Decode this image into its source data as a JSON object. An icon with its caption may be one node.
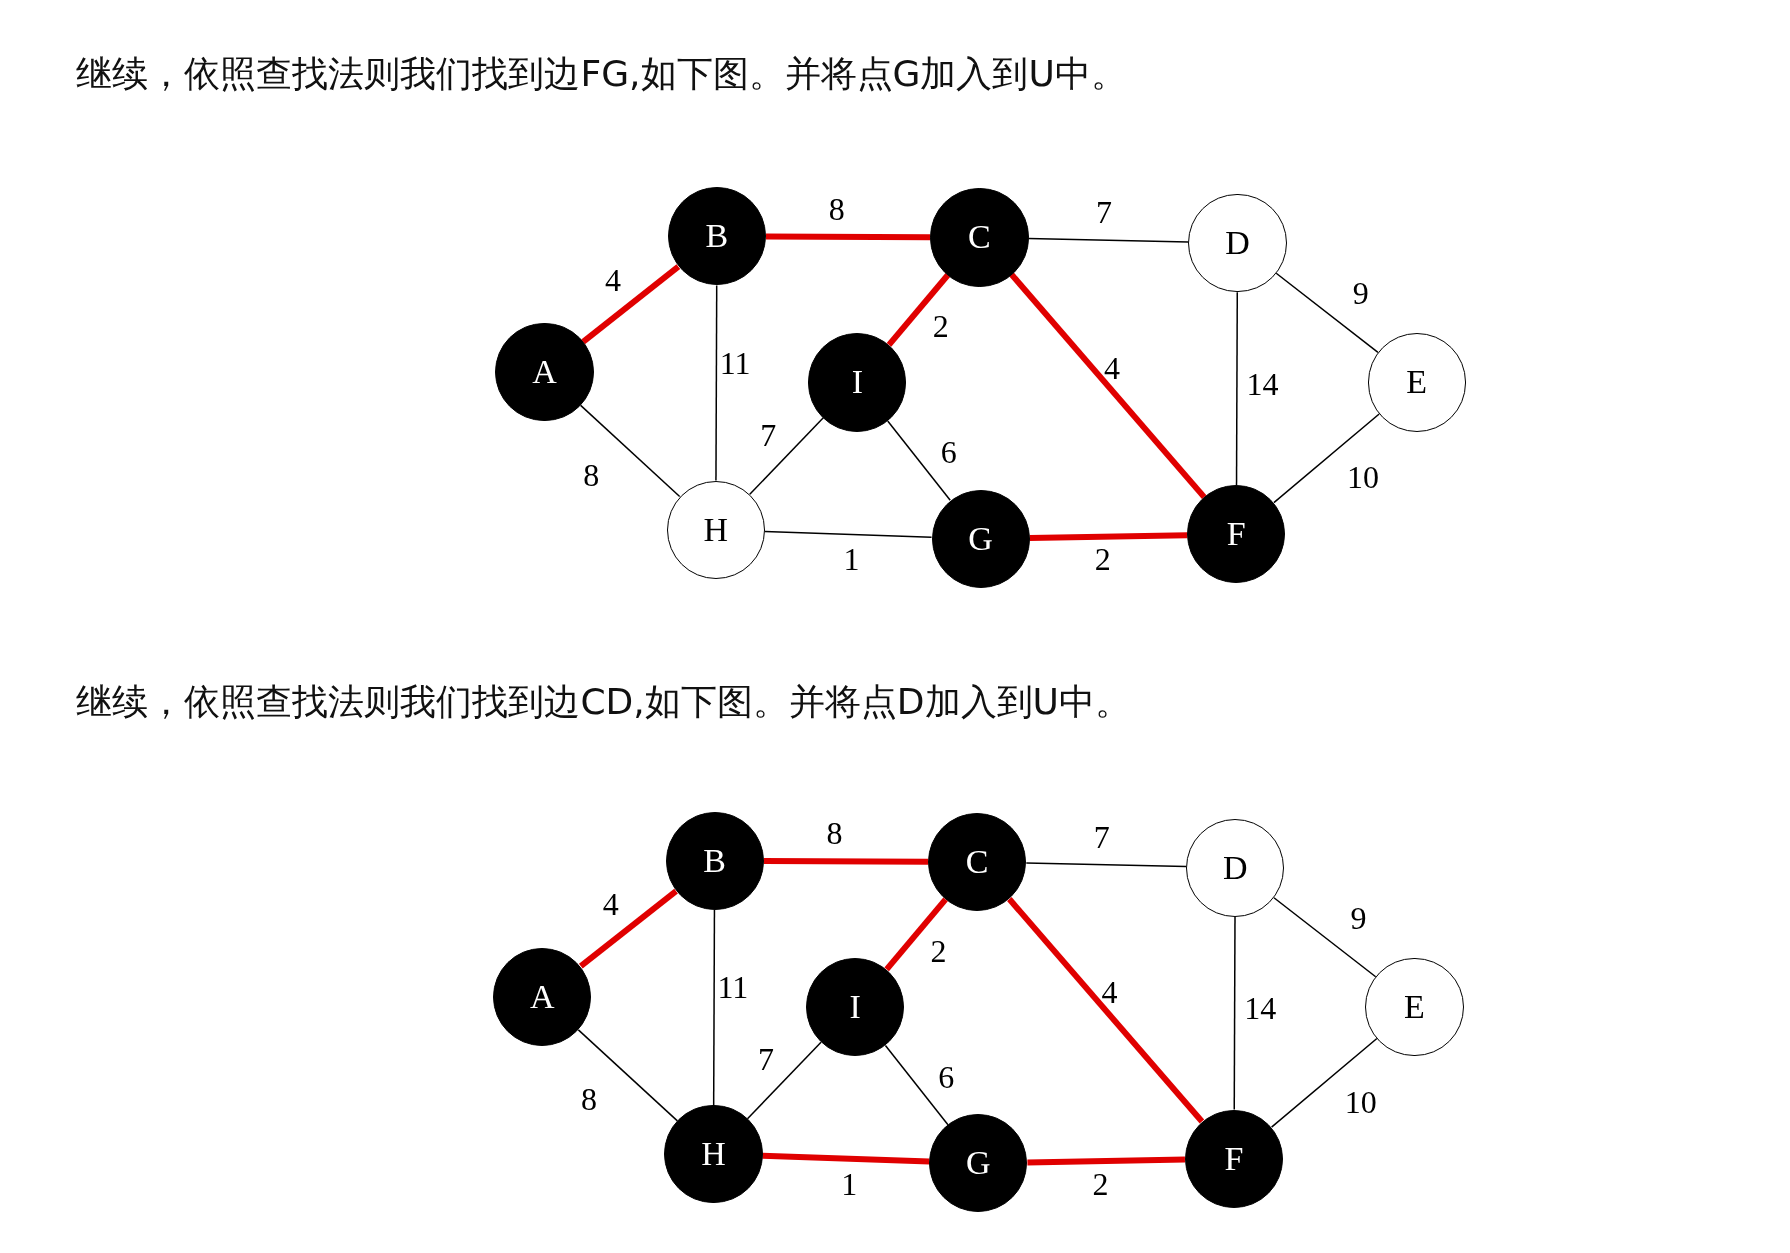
{
  "diagram": {
    "nodes": [
      {
        "text": [
          "A"
        ]
      },
      {
        "text": [
          "B"
        ]
      },
      {
        "text": [
          "C"
        ]
      },
      {
        "text": [
          "D"
        ]
      },
      {
        "text": [
          "E"
        ]
      },
      {
        "text": [
          "F"
        ]
      },
      {
        "text": [
          "G"
        ]
      },
      {
        "text": [
          "H"
        ]
      },
      {
        "text": [
          "I"
        ]
      },
      {
        "text": [
          "A"
        ]
      },
      {
        "text": [
          "B"
        ]
      },
      {
        "text": [
          "C"
        ]
      },
      {
        "text": [
          "D"
        ]
      },
      {
        "text": [
          "E"
        ]
      },
      {
        "text": [
          "F"
        ]
      },
      {
        "text": [
          "G"
        ]
      },
      {
        "text": [
          "H"
        ]
      },
      {
        "text": [
          "I"
        ]
      }
    ],
    "edges": [
      {
        "from": 0,
        "to": 1,
        "arrow": "none",
        "label": "4",
        "style": "thick",
        "color": "#e00000"
      },
      {
        "from": 1,
        "to": 2,
        "arrow": "none",
        "label": "8",
        "style": "thick",
        "color": "#e00000"
      },
      {
        "from": 2,
        "to": 3,
        "arrow": "none",
        "label": "7"
      },
      {
        "from": 3,
        "to": 4,
        "arrow": "none",
        "label": "9"
      },
      {
        "from": 0,
        "to": 7,
        "arrow": "none",
        "label": "8"
      },
      {
        "from": 1,
        "to": 7,
        "arrow": "none",
        "label": "11"
      },
      {
        "from": 2,
        "to": 8,
        "arrow": "none",
        "label": "2",
        "style": "thick",
        "color": "#e00000"
      },
      {
        "from": 2,
        "to": 5,
        "arrow": "none",
        "label": "4",
        "style": "thick",
        "color": "#e00000"
      },
      {
        "from": 3,
        "to": 5,
        "arrow": "none",
        "label": "14"
      },
      {
        "from": 4,
        "to": 5,
        "arrow": "none",
        "label": "10"
      },
      {
        "from": 7,
        "to": 8,
        "arrow": "none",
        "label": "7"
      },
      {
        "from": 8,
        "to": 6,
        "arrow": "none",
        "label": "6"
      },
      {
        "from": 7,
        "to": 6,
        "arrow": "none",
        "label": "1"
      },
      {
        "from": 6,
        "to": 5,
        "arrow": "none",
        "label": "2",
        "style": "thick",
        "color": "#e00000"
      },
      {
        "from": 9,
        "to": 10,
        "arrow": "none",
        "label": "4",
        "style": "thick",
        "color": "#e00000"
      },
      {
        "from": 10,
        "to": 11,
        "arrow": "none",
        "label": "8",
        "style": "thick",
        "color": "#e00000"
      },
      {
        "from": 11,
        "to": 12,
        "arrow": "none",
        "label": "7"
      },
      {
        "from": 12,
        "to": 13,
        "arrow": "none",
        "label": "9"
      },
      {
        "from": 9,
        "to": 16,
        "arrow": "none",
        "label": "8"
      },
      {
        "from": 10,
        "to": 16,
        "arrow": "none",
        "label": "11"
      },
      {
        "from": 11,
        "to": 17,
        "arrow": "none",
        "label": "2",
        "style": "thick",
        "color": "#e00000"
      },
      {
        "from": 11,
        "to": 14,
        "arrow": "none",
        "label": "4",
        "style": "thick",
        "color": "#e00000"
      },
      {
        "from": 12,
        "to": 14,
        "arrow": "none",
        "label": "14"
      },
      {
        "from": 13,
        "to": 14,
        "arrow": "none",
        "label": "10"
      },
      {
        "from": 16,
        "to": 17,
        "arrow": "none",
        "label": "7"
      },
      {
        "from": 17,
        "to": 15,
        "arrow": "none",
        "label": "6"
      },
      {
        "from": 16,
        "to": 15,
        "arrow": "none",
        "label": "1",
        "style": "thick",
        "color": "#e00000"
      },
      {
        "from": 15,
        "to": 14,
        "arrow": "none",
        "label": "2",
        "style": "thick",
        "color": "#e00000"
      }
    ],
    "labels": [
      "继续，依照查找法则我们找到边FG,如下图。并将点G加入到U中。",
      "继续，依照查找法则我们找到边CD,如下图。并将点D加入到U中。"
    ]
  }
}
